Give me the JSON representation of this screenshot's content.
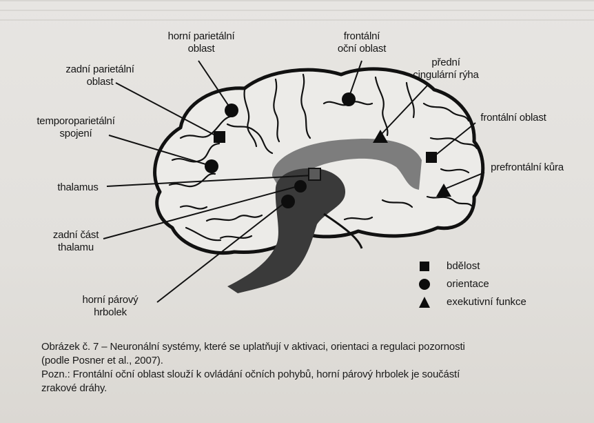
{
  "labels": {
    "horni_parietalni": [
      "horní parietální",
      "oblast"
    ],
    "frontalni_ocni": [
      "frontální",
      "oční oblast"
    ],
    "zadni_parietalni": [
      "zadní parietální",
      "oblast"
    ],
    "predni_cingularni": [
      "přední",
      "cingulární rýha"
    ],
    "temporoparietalni": [
      "temporoparietální",
      "spojení"
    ],
    "frontalni_oblast": "frontální oblast",
    "prefrontalni": "prefrontální kůra",
    "thalamus": "thalamus",
    "zadni_cast_thalamu": [
      "zadní část",
      "thalamu"
    ],
    "horni_parovy_hrbolek": [
      "horní párový",
      "hrbolek"
    ]
  },
  "legend": [
    {
      "symbol": "square-icon",
      "label": "bdělost"
    },
    {
      "symbol": "circle-icon",
      "label": "orientace"
    },
    {
      "symbol": "triangle-icon",
      "label": "exekutivní funkce"
    }
  ],
  "caption": {
    "title": "Obrázek č. 7 – Neuronální systémy, které se uplatňují v aktivaci, orientaci a regulaci pozornosti",
    "source": "(podle Posner et al., 2007).",
    "note_line1": "Pozn.: Frontální oční oblast slouží k ovládání očních pohybů, horní párový hrbolek je součástí",
    "note_line2": "zrakové dráhy."
  },
  "colors": {
    "ink": "#151515",
    "gray_region": "#7d7d7d",
    "dark_region": "#3a3a3a",
    "paper": "#e4e2de"
  }
}
